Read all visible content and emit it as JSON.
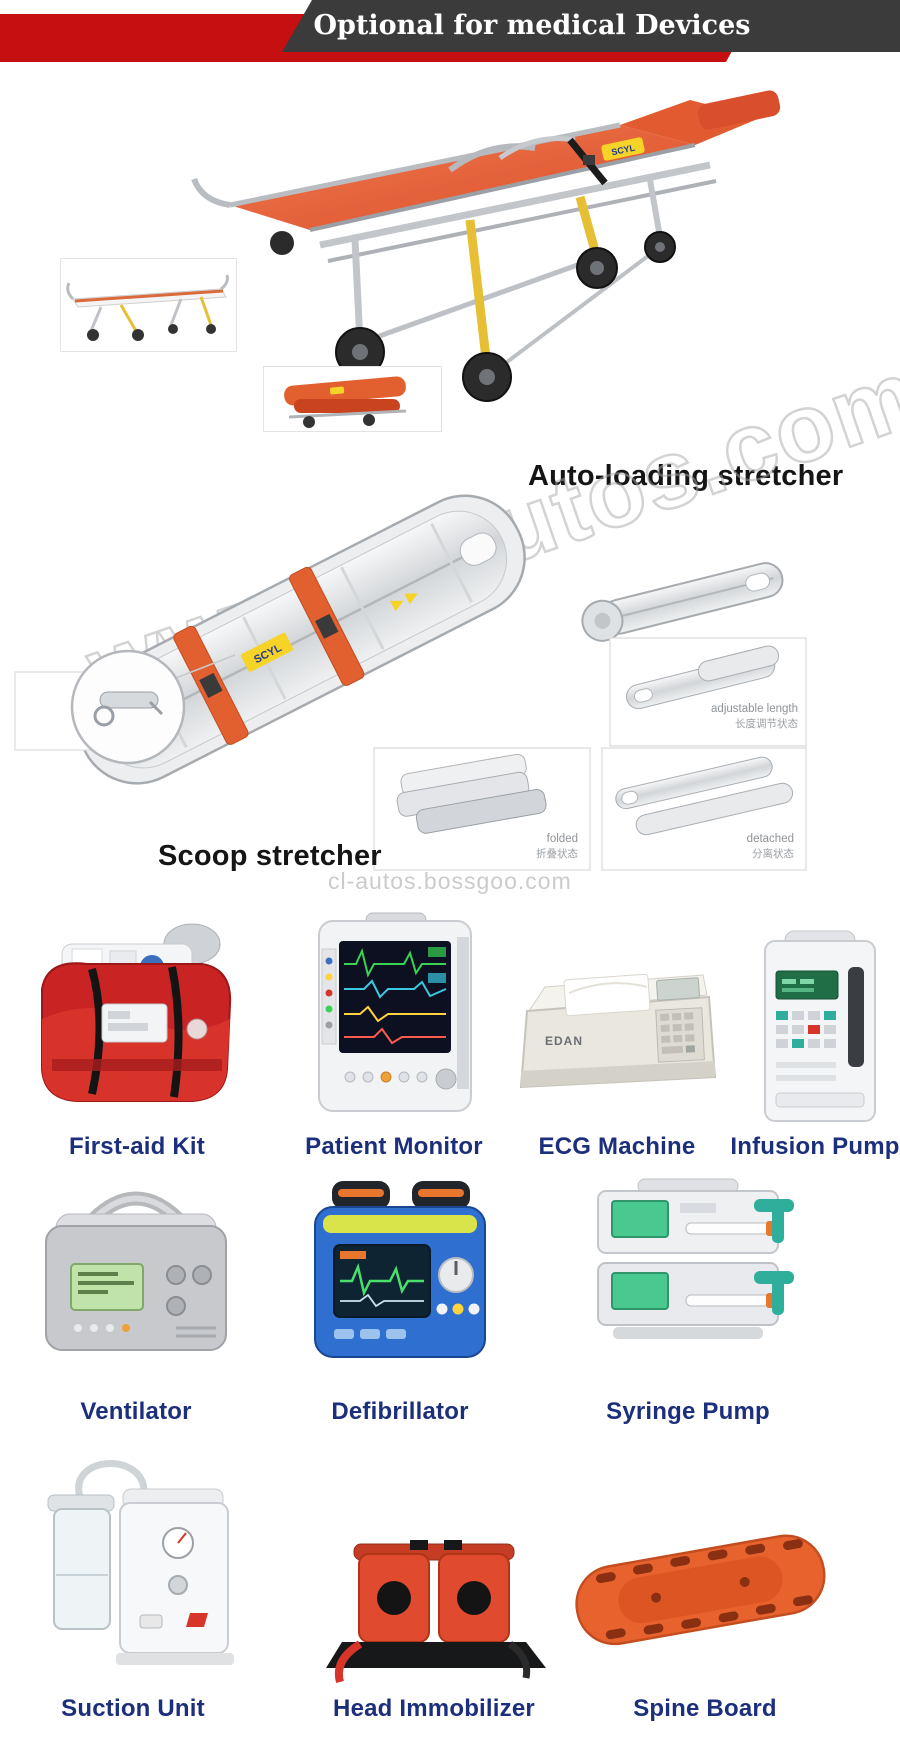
{
  "banner": {
    "title": "Optional for medical Devices"
  },
  "watermarks": {
    "diagonal": "www.cl-autos.com",
    "footer": "cl-autos.bossgoo.com"
  },
  "auto_loading": {
    "label": "Auto-loading stretcher",
    "sticker": "SCYL"
  },
  "scoop": {
    "label": "Scoop stretcher",
    "sticker": "SCYL",
    "states": [
      {
        "en": "adjustable length",
        "zh": "长度调节状态"
      },
      {
        "en": "folded",
        "zh": "折叠状态"
      },
      {
        "en": "detached",
        "zh": "分离状态"
      }
    ]
  },
  "devices": {
    "rows": [
      {
        "items": [
          {
            "label": "First-aid Kit"
          },
          {
            "label": "Patient Monitor"
          },
          {
            "label": "ECG Machine",
            "brand": "EDAN"
          },
          {
            "label": "Infusion Pump"
          }
        ]
      },
      {
        "items": [
          {
            "label": "Ventilator"
          },
          {
            "label": "Defibrillator"
          },
          {
            "label": "Syringe Pump"
          }
        ]
      },
      {
        "items": [
          {
            "label": "Suction Unit"
          },
          {
            "label": "Head Immobilizer"
          },
          {
            "label": "Spine Board"
          }
        ]
      }
    ]
  },
  "colors": {
    "banner_red": "#c50f10",
    "banner_dark": "#3b3b3b",
    "label_navy": "#1c2f7d",
    "stretcher_orange": "#e2602f",
    "watermark_gray": "#a8a8a8"
  }
}
